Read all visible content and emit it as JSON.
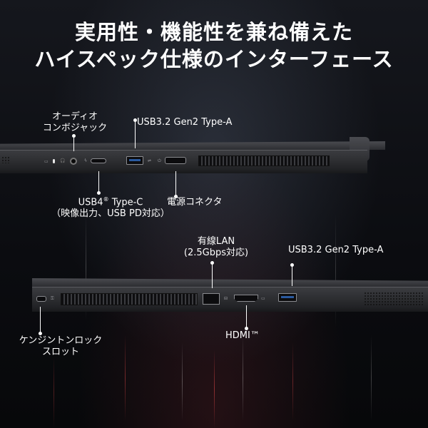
{
  "headline": {
    "line1": "実用性・機能性を兼ね備えた",
    "line2": "ハイスペック仕様のインターフェース"
  },
  "side_left": {
    "labels": {
      "audio_line1": "オーディオ",
      "audio_line2": "コンボジャック",
      "usb_a": "USB3.2 Gen2 Type-A",
      "usb4_line1": "USB4",
      "usb4_sup": "®",
      "usb4_line1_suffix": " Type-C",
      "usb4_line2": "（映像出力、USB PD対応）",
      "power": "電源コネクタ"
    }
  },
  "side_right": {
    "labels": {
      "lan_line1": "有線LAN",
      "lan_line2": "(2.5Gbps対応)",
      "usb_a": "USB3.2 Gen2 Type-A",
      "hdmi": "HDMI™",
      "kensington_line1": "ケンジントンロック",
      "kensington_line2": "スロット"
    }
  },
  "colors": {
    "background": "#0b0c10",
    "text": "#ffffff",
    "chassis": "#2c2d31"
  }
}
